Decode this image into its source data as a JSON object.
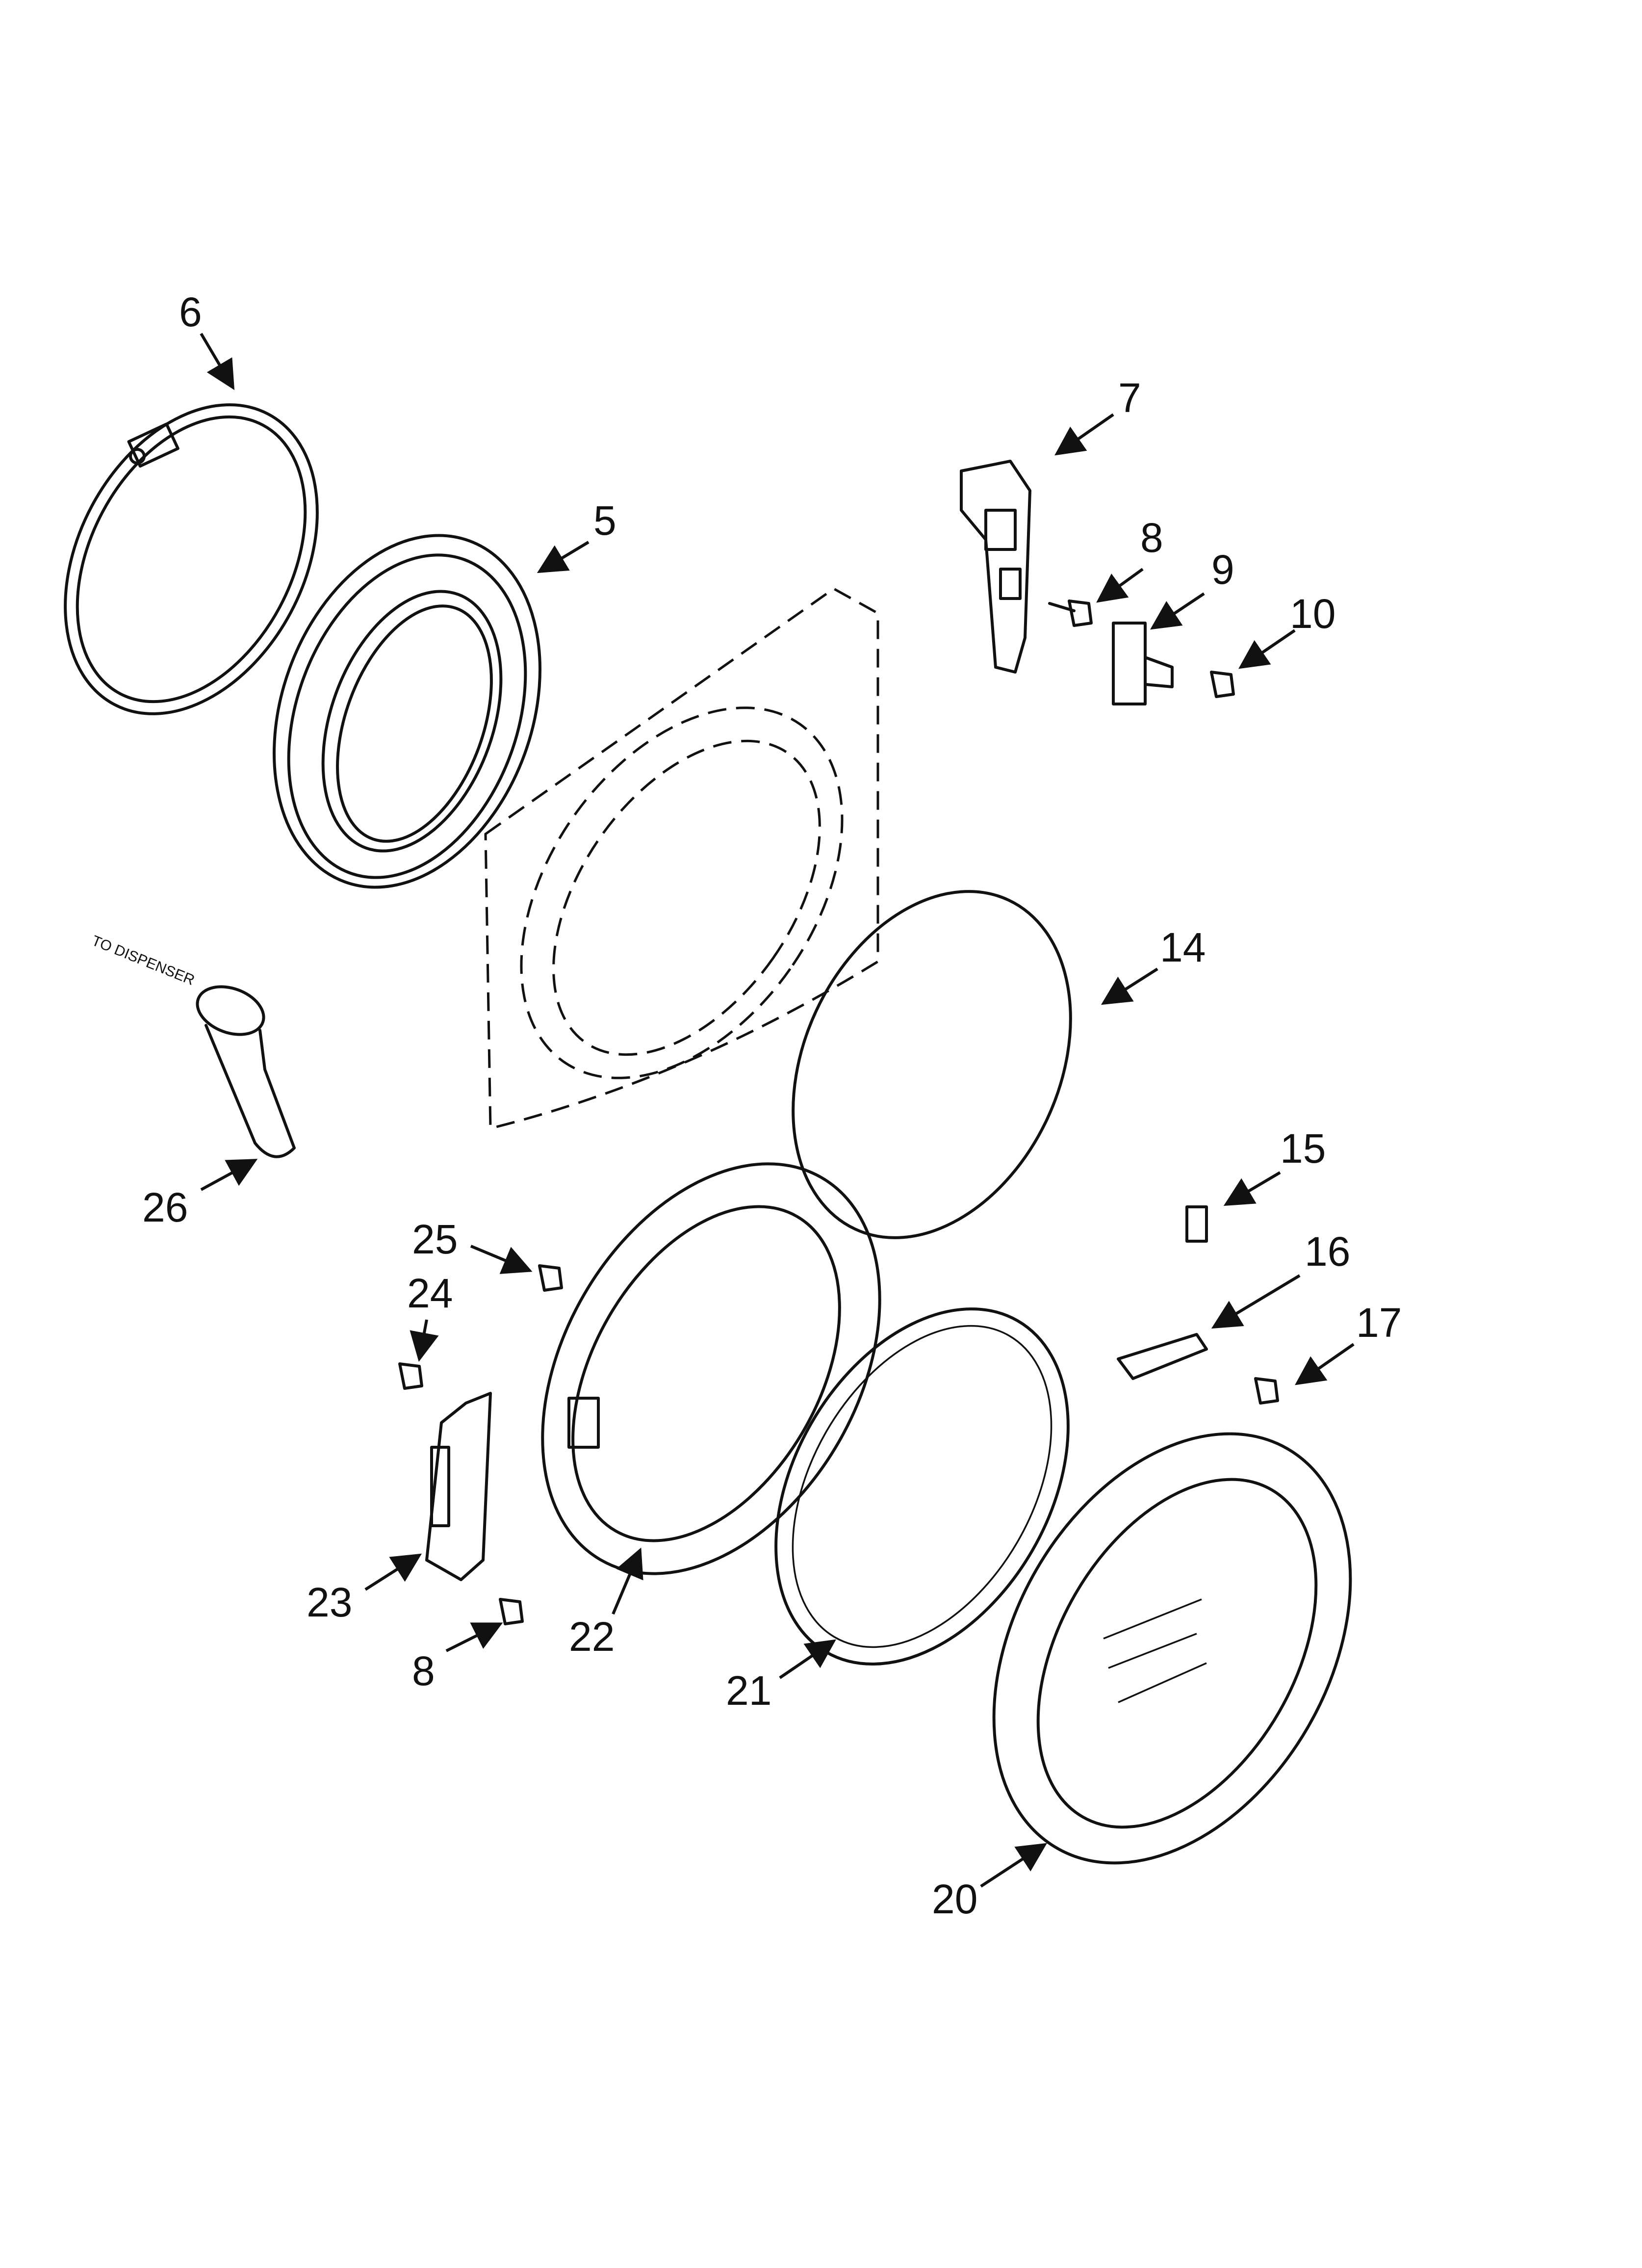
{
  "callouts": {
    "c5": "5",
    "c6": "6",
    "c7": "7",
    "c8a": "8",
    "c9": "9",
    "c10": "10",
    "c14": "14",
    "c15": "15",
    "c16": "16",
    "c17": "17",
    "c20": "20",
    "c21": "21",
    "c22": "22",
    "c23": "23",
    "c24": "24",
    "c25": "25",
    "c26": "26",
    "c8b": "8"
  },
  "notes": {
    "to_dispenser": "TO DISPENSER"
  }
}
